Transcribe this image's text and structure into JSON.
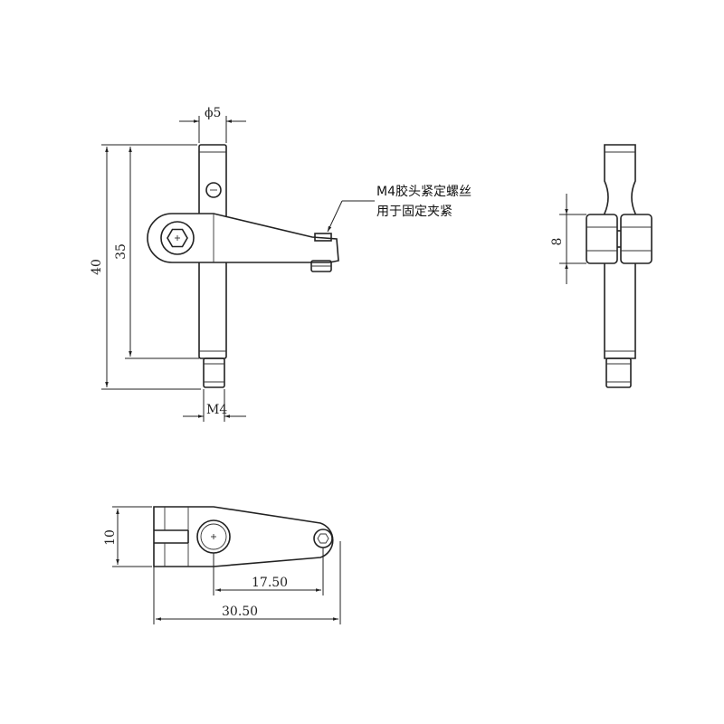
{
  "annotation": {
    "line1": "M4胶头紧定螺丝",
    "line2": "用于固定夹紧"
  },
  "dimensions": {
    "diameter": "ϕ5",
    "total_height": "40",
    "rod_height": "35",
    "thread": "M4",
    "clamp_width": "8",
    "bottom_height": "10",
    "hole_spacing": "17.50",
    "total_length": "30.50"
  }
}
